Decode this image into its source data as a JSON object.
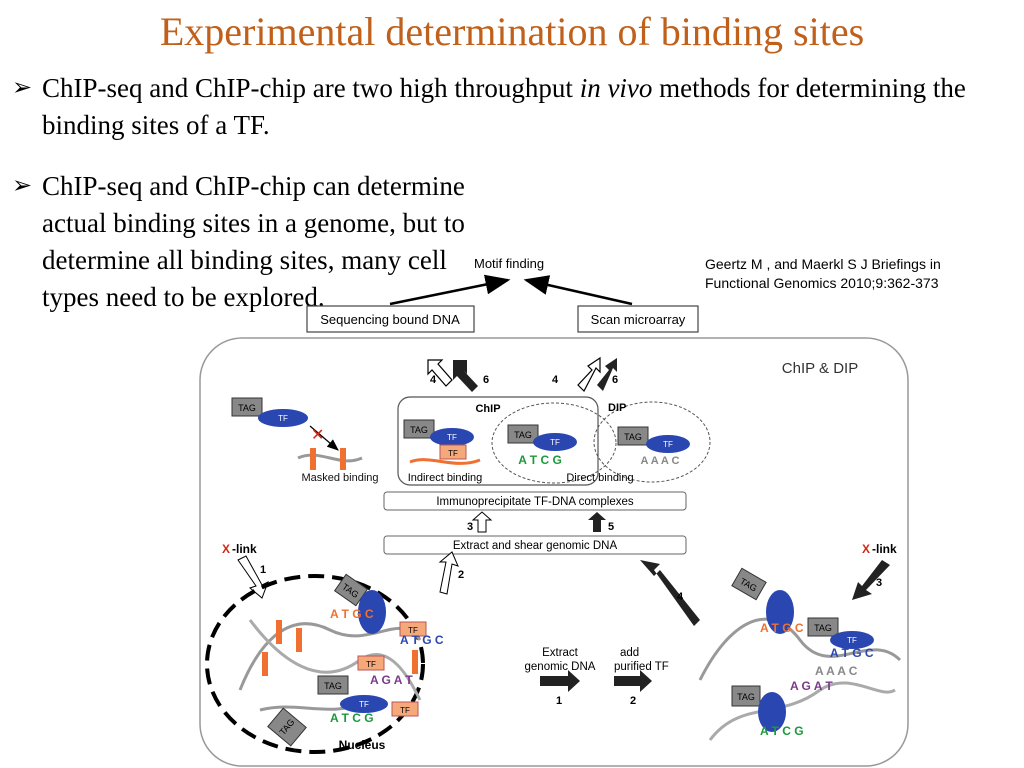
{
  "title": "Experimental determination of binding sites",
  "bullets": [
    {
      "marker": "➢",
      "pre": "ChIP-seq and ChIP-chip are two high throughput ",
      "italic": "in vivo",
      "post": " methods for determining the binding sites  of a TF."
    },
    {
      "marker": "➢",
      "pre": " ChIP-seq and ChIP-chip can determine actual binding sites in a genome, but to determine all binding sites, many cell types need to be explored.",
      "italic": "",
      "post": ""
    }
  ],
  "citation": "Geertz M , and Maerkl S J Briefings in Functional Genomics 2010;9:362-373",
  "diagram": {
    "motif_finding": "Motif finding",
    "seq_box": "Sequencing bound DNA",
    "scan_box": "Scan microarray",
    "panel_title": "ChIP & DIP",
    "chip_label": "ChIP",
    "dip_label": "DIP",
    "tag": "TAG",
    "tf": "TF",
    "masked": "Masked binding",
    "indirect": "Indirect binding",
    "direct": "Direct binding",
    "immuno_box": "Immunoprecipitate TF-DNA complexes",
    "extract_box": "Extract and shear genomic DNA",
    "xlink": "X",
    "xlink_rest": "-link",
    "nucleus": "Nucleus",
    "extract_genomic_1": "Extract",
    "extract_genomic_2": "genomic DNA",
    "add_tf_1": "add",
    "add_tf_2": "purified TF",
    "step1": "1",
    "step2": "2",
    "step3": "3",
    "step4": "4",
    "step5": "5",
    "step6": "6",
    "seq_atgc": "A T G C",
    "seq_agat": "A G A T",
    "seq_atcg": "A T C G",
    "seq_aaac": "A A A C"
  }
}
